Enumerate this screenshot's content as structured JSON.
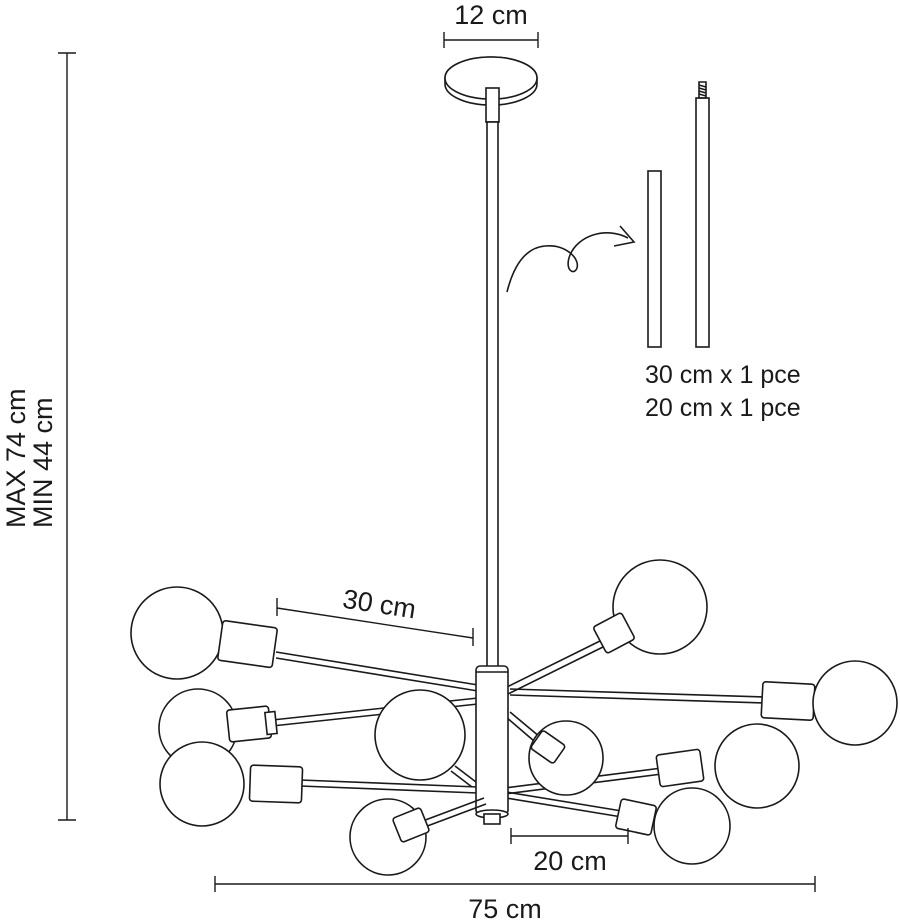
{
  "dimensions": {
    "canopy_width": "12 cm",
    "height_max": "MAX 74 cm",
    "height_min": "MIN 44 cm",
    "upper_arm_length": "30 cm",
    "lower_arm_length": "20 cm",
    "total_width": "75 cm"
  },
  "extension_rods": {
    "rod_1": "30 cm x 1 pce",
    "rod_2": "20 cm x 1 pce"
  }
}
